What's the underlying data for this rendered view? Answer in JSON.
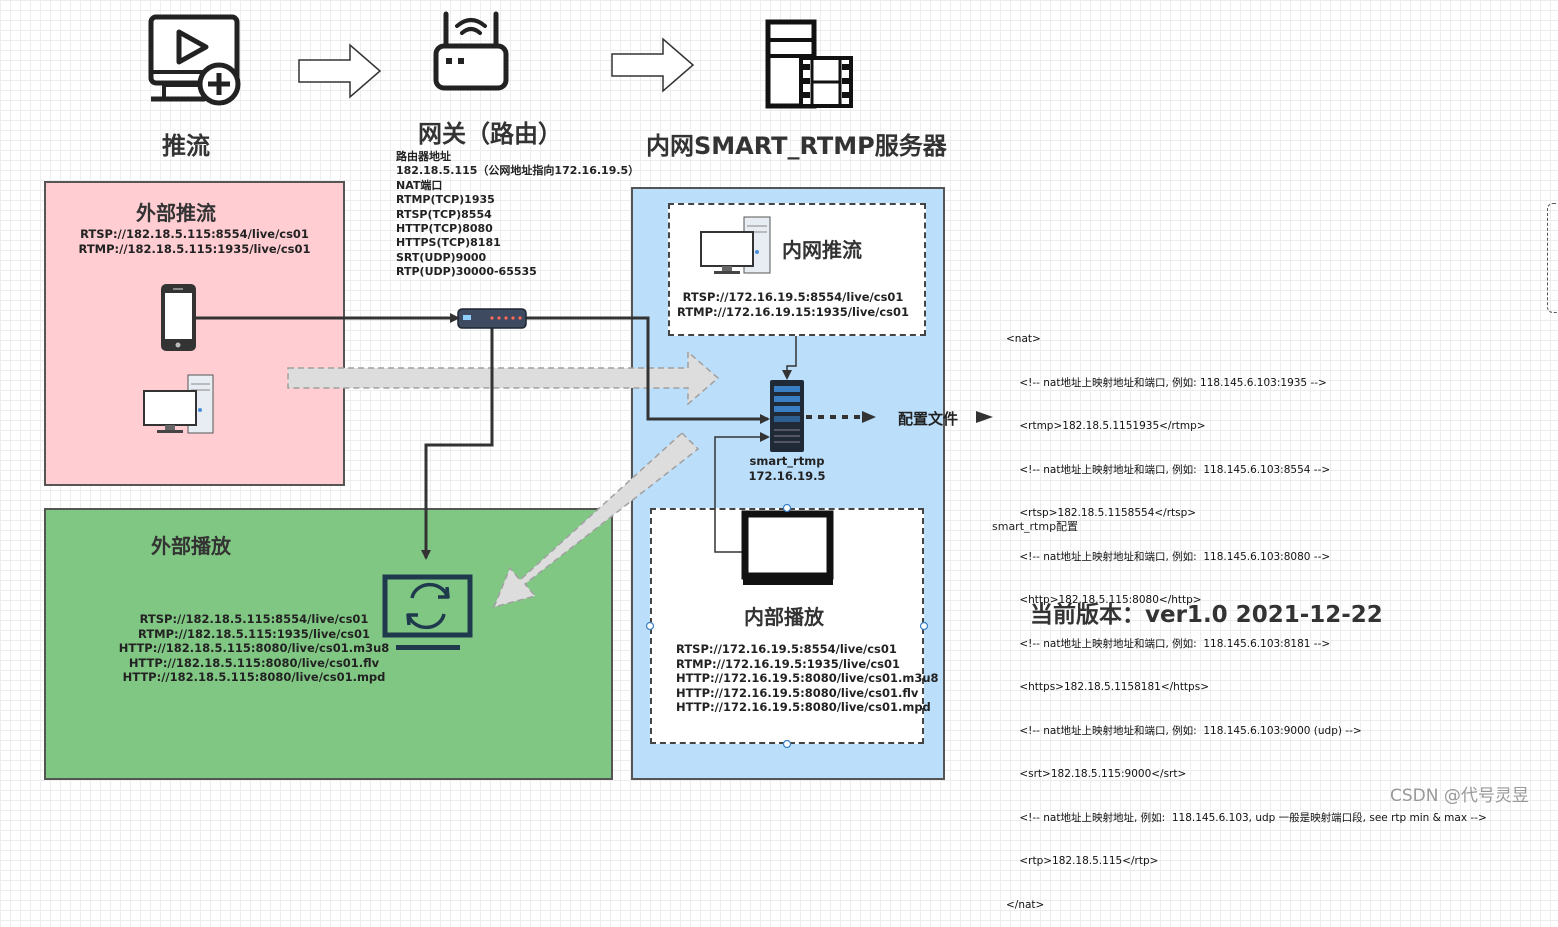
{
  "top": {
    "push_label": "推流",
    "gateway_label": "网关（路由）",
    "server_label": "内网SMART_RTMP服务器"
  },
  "router_info": {
    "lines": [
      "路由器地址",
      "182.18.5.115（公网地址指向172.16.19.5）",
      "NAT端口",
      "RTMP(TCP)1935",
      "RTSP(TCP)8554",
      "HTTP(TCP)8080",
      "HTTPS(TCP)8181",
      "SRT(UDP)9000",
      "RTP(UDP)30000-65535"
    ]
  },
  "external_push": {
    "title": "外部推流",
    "lines": [
      "RTSP://182.18.5.115:8554/live/cs01",
      "RTMP://182.18.5.115:1935/live/cs01"
    ]
  },
  "external_play": {
    "title": "外部播放",
    "lines": [
      "RTSP://182.18.5.115:8554/live/cs01",
      "RTMP://182.18.5.115:1935/live/cs01",
      "HTTP://182.18.5.115:8080/live/cs01.m3u8",
      "HTTP://182.18.5.115:8080/live/cs01.flv",
      "HTTP://182.18.5.115:8080/live/cs01.mpd"
    ]
  },
  "internal_push": {
    "title": "内网推流",
    "lines": [
      "RTSP://172.16.19.5:8554/live/cs01",
      "RTMP://172.16.19.15:1935/live/cs01"
    ]
  },
  "server_node": {
    "name": "smart_rtmp",
    "ip": "172.16.19.5"
  },
  "internal_play": {
    "title": "内部播放",
    "lines": [
      "RTSP://172.16.19.5:8554/live/cs01",
      "RTMP://172.16.19.5:1935/live/cs01",
      "HTTP://172.16.19.5:8080/live/cs01.m3u8",
      "HTTP://172.16.19.5:8080/live/cs01.flv",
      "HTTP://172.16.19.5:8080/live/cs01.mpd"
    ]
  },
  "config": {
    "label": "配置文件",
    "xml_lines": [
      "<nat>",
      "    <!-- nat地址上映射地址和端口, 例如: 118.145.6.103:1935 -->",
      "    <rtmp>182.18.5.1151935</rtmp>",
      "    <!-- nat地址上映射地址和端口, 例如:  118.145.6.103:8554 -->",
      "    <rtsp>182.18.5.1158554</rtsp>",
      "    <!-- nat地址上映射地址和端口, 例如:  118.145.6.103:8080 -->",
      "    <http>182.18.5.115:8080</http>",
      "    <!-- nat地址上映射地址和端口, 例如:  118.145.6.103:8181 -->",
      "    <https>182.18.5.1158181</https>",
      "    <!-- nat地址上映射地址和端口, 例如:  118.145.6.103:9000 (udp) -->",
      "    <srt>182.18.5.115:9000</srt>",
      "    <!-- nat地址上映射地址, 例如:  118.145.6.103, udp 一般是映射端口段, see rtp min & max -->",
      "    <rtp>182.18.5.115</rtp>",
      "</nat>"
    ],
    "caption": "smart_rtmp配置"
  },
  "version": "当前版本：ver1.0 2021-12-22",
  "watermark": "CSDN @代号灵昱",
  "colors": {
    "external_push_bg": "#ffcdd2",
    "external_play_bg": "#81c784",
    "internal_bg": "#bbdefb",
    "line": "#333333"
  }
}
